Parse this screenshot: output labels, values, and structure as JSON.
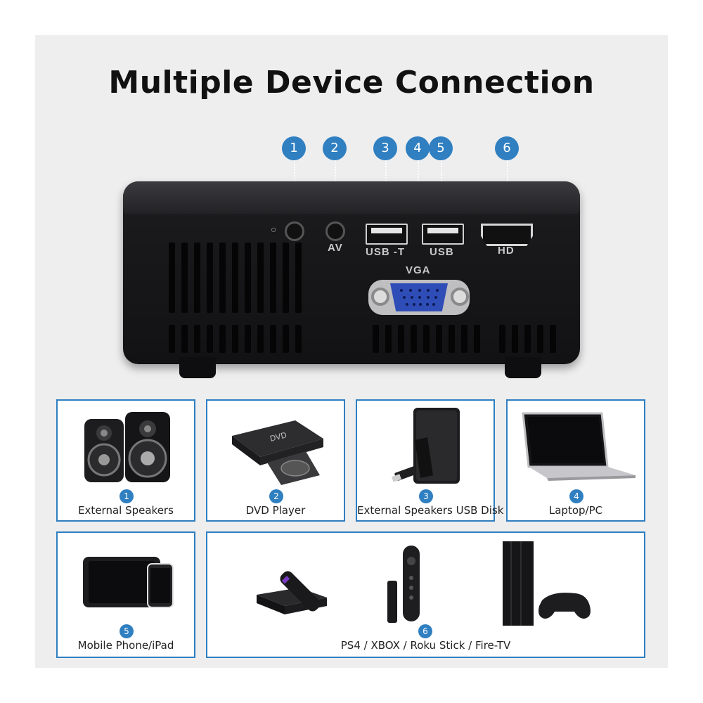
{
  "title": "Multiple Device Connection",
  "callouts": [
    "1",
    "2",
    "3",
    "4",
    "5",
    "6"
  ],
  "ports": {
    "av": "AV",
    "usb_t": "USB -T",
    "usb": "USB",
    "hd": "HD",
    "vga": "VGA"
  },
  "devices": [
    {
      "number": "1",
      "label": "External Speakers",
      "icon": "speakers-icon"
    },
    {
      "number": "2",
      "label": "DVD Player",
      "icon": "dvd-player-icon"
    },
    {
      "number": "3",
      "label": "External Speakers USB Disk",
      "icon": "usb-disk-icon"
    },
    {
      "number": "4",
      "label": "Laptop/PC",
      "icon": "laptop-icon"
    },
    {
      "number": "5",
      "label": "Mobile Phone/iPad",
      "icon": "tablet-phone-icon"
    },
    {
      "number": "6",
      "label": "PS4 / XBOX / Roku Stick / Fire-TV",
      "icon": "streaming-console-icon"
    }
  ],
  "colors": {
    "accent": "#2f7fc1",
    "background": "#eeeeef",
    "projector": "#1a1a1c",
    "vga": "#2f4db7"
  }
}
